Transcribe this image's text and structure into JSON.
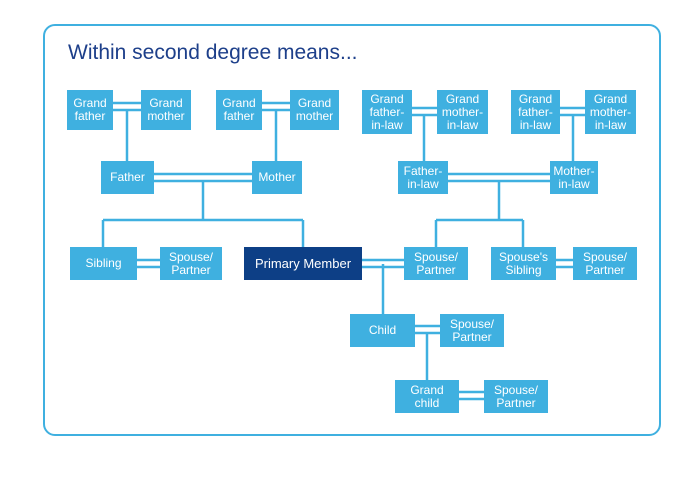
{
  "title": "Within second degree means...",
  "colors": {
    "node": "#3fb0e0",
    "primary": "#0d3f86",
    "title": "#1d3f8a",
    "frame": "#3fb0e0"
  },
  "nodes": {
    "gf_paternal": "Grand\nfather",
    "gm_paternal": "Grand\nmother",
    "gf_maternal": "Grand\nfather",
    "gm_maternal": "Grand\nmother",
    "father": "Father",
    "mother": "Mother",
    "gf_inlaw_1": "Grand\nfather-\nin-law",
    "gm_inlaw_1": "Grand\nmother-\nin-law",
    "gf_inlaw_2": "Grand\nfather-\nin-law",
    "gm_inlaw_2": "Grand\nmother-\nin-law",
    "father_in_law": "Father-\nin-law",
    "mother_in_law": "Mother-\nin-law",
    "sibling": "Sibling",
    "sibling_spouse": "Spouse/\nPartner",
    "primary_member": "Primary Member",
    "spouse": "Spouse/\nPartner",
    "spouses_sibling": "Spouse's\nSibling",
    "spouses_sibling_spouse": "Spouse/\nPartner",
    "child": "Child",
    "child_spouse": "Spouse/\nPartner",
    "grandchild": "Grand\nchild",
    "grandchild_spouse": "Spouse/\nPartner"
  }
}
